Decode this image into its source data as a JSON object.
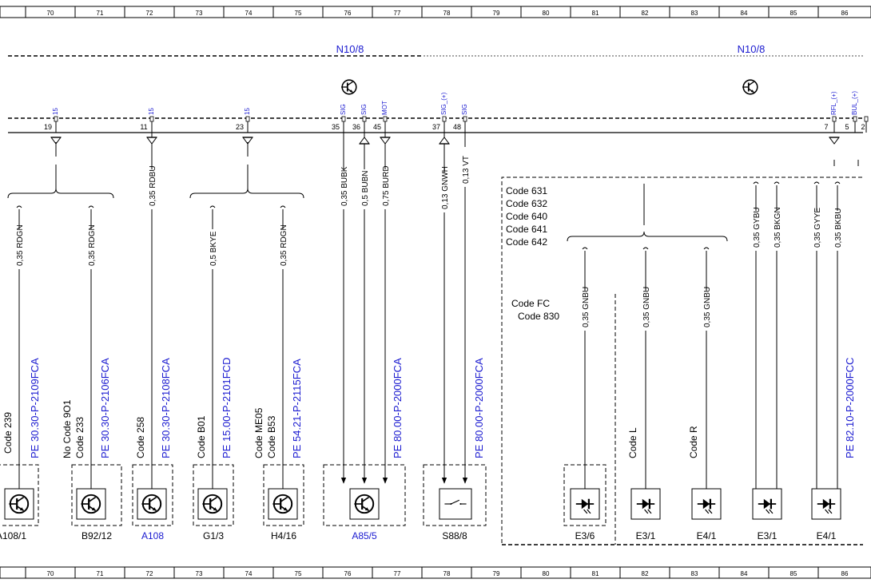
{
  "ruler": {
    "cells": [
      "70",
      "71",
      "72",
      "73",
      "74",
      "75",
      "76",
      "77",
      "78",
      "79",
      "80",
      "81",
      "82",
      "83",
      "84",
      "85",
      "86"
    ]
  },
  "modules": [
    {
      "label": "N10/8"
    },
    {
      "label": "N10/8"
    }
  ],
  "pins": [
    {
      "num": "19",
      "signal": "15"
    },
    {
      "num": "11",
      "signal": "15"
    },
    {
      "num": "23",
      "signal": "15"
    },
    {
      "num": "35",
      "signal": "SIG"
    },
    {
      "num": "36",
      "signal": "SIG"
    },
    {
      "num": "45",
      "signal": "MOT"
    },
    {
      "num": "37",
      "signal": "SIG_(+)"
    },
    {
      "num": "48",
      "signal": "SIG"
    },
    {
      "num": "7",
      "signal": "RFL_(+)"
    },
    {
      "num": "5",
      "signal": "BUL_(+)"
    },
    {
      "num": "2",
      "signal": ""
    }
  ],
  "wires": [
    {
      "label": "0,35 RDGN"
    },
    {
      "label": "0,35 RDGN"
    },
    {
      "label": "0,35 RDBU"
    },
    {
      "label": "0,5 BKYE"
    },
    {
      "label": "0,35 RDGN"
    },
    {
      "label": "0,35 BUBK"
    },
    {
      "label": "0,5 BUBN"
    },
    {
      "label": "0,75 BURD"
    },
    {
      "label": "0,13 GNWH"
    },
    {
      "label": "0,13 VT"
    },
    {
      "label": "0,35 GNBU"
    },
    {
      "label": "0,35 GNBU"
    },
    {
      "label": "0,35 GNBU"
    },
    {
      "label": "0,35 GYBU"
    },
    {
      "label": "0,35 BKGN"
    },
    {
      "label": "0,35 GYYE"
    },
    {
      "label": "0,35 BKBU"
    }
  ],
  "refs": [
    "PE 30.30-P-2109FCA",
    "PE 30.30-P-2106FCA",
    "PE 30.30-P-2108FCA",
    "PE 15.00-P-2101FCD",
    "PE 54.21-P-2115FCA",
    "PE 80.00-P-2000FCA",
    "PE 80.00-P-2000FCA",
    "PE 82.10-P-2000FCC"
  ],
  "codes": {
    "c1": "Code 239",
    "c2a": "No Code 9O1",
    "c2b": "Code 233",
    "c3": "Code 258",
    "c4": "Code B01",
    "c5a": "Code ME05",
    "c5b": "Code B53",
    "grp": [
      "Code 631",
      "Code 632",
      "Code 640",
      "Code 641",
      "Code 642"
    ],
    "fc1": "Code FC",
    "fc2": "Code 830",
    "l": "Code L",
    "r": "Code R"
  },
  "components": [
    {
      "label": "A108/1"
    },
    {
      "label": "B92/12"
    },
    {
      "label": "A108"
    },
    {
      "label": "G1/3"
    },
    {
      "label": "H4/16"
    },
    {
      "label": "A85/5"
    },
    {
      "label": "S88/8"
    },
    {
      "label": "E3/6"
    },
    {
      "label": "E3/1"
    },
    {
      "label": "E4/1"
    },
    {
      "label": "E3/1"
    },
    {
      "label": "E4/1"
    }
  ],
  "colors": {
    "link": "#1a1ad0",
    "line": "#000000"
  }
}
